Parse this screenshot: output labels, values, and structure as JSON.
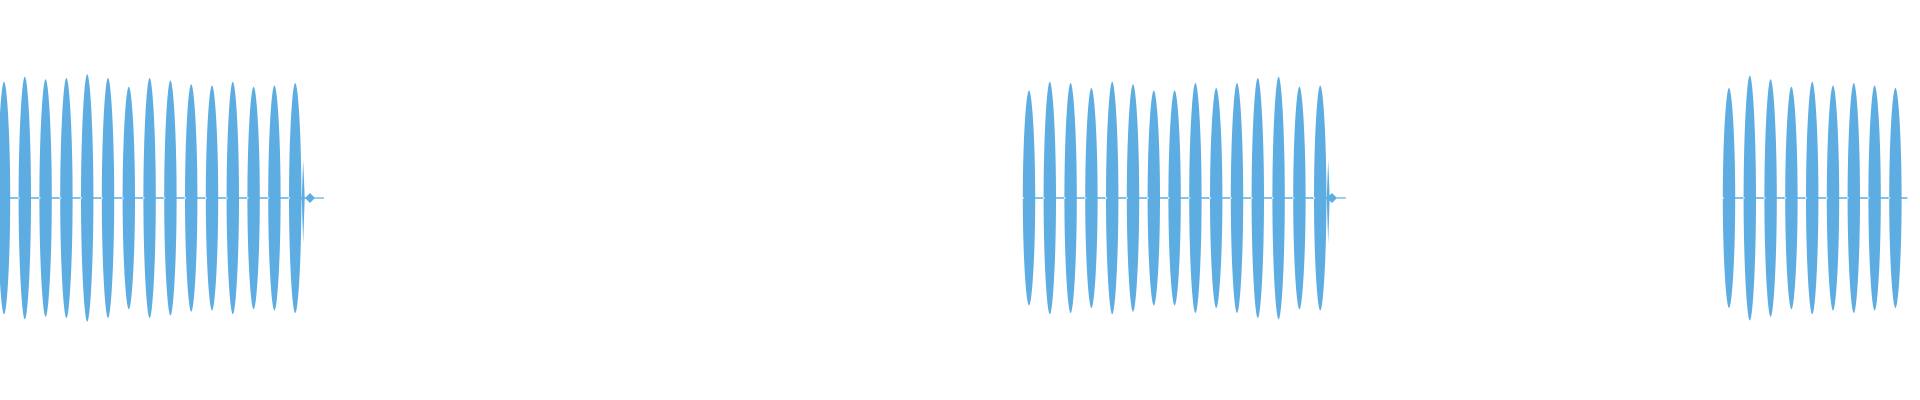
{
  "waveform": {
    "color": "#5dade2",
    "background": "#ffffff",
    "bursts": [
      {
        "peak_count": 15,
        "peaks": [
          0.93,
          0.97,
          0.95,
          0.96,
          0.99,
          0.96,
          0.89,
          0.96,
          0.94,
          0.91,
          0.9,
          0.93,
          0.89,
          0.9,
          0.92
        ]
      },
      {
        "peak_count": 15,
        "peaks": [
          0.86,
          0.93,
          0.92,
          0.88,
          0.93,
          0.91,
          0.86,
          0.86,
          0.92,
          0.88,
          0.92,
          0.96,
          0.97,
          0.89,
          0.9
        ]
      },
      {
        "peak_count": 9,
        "peaks": [
          0.88,
          0.98,
          0.95,
          0.89,
          0.93,
          0.9,
          0.92,
          0.9,
          0.88
        ]
      }
    ]
  }
}
